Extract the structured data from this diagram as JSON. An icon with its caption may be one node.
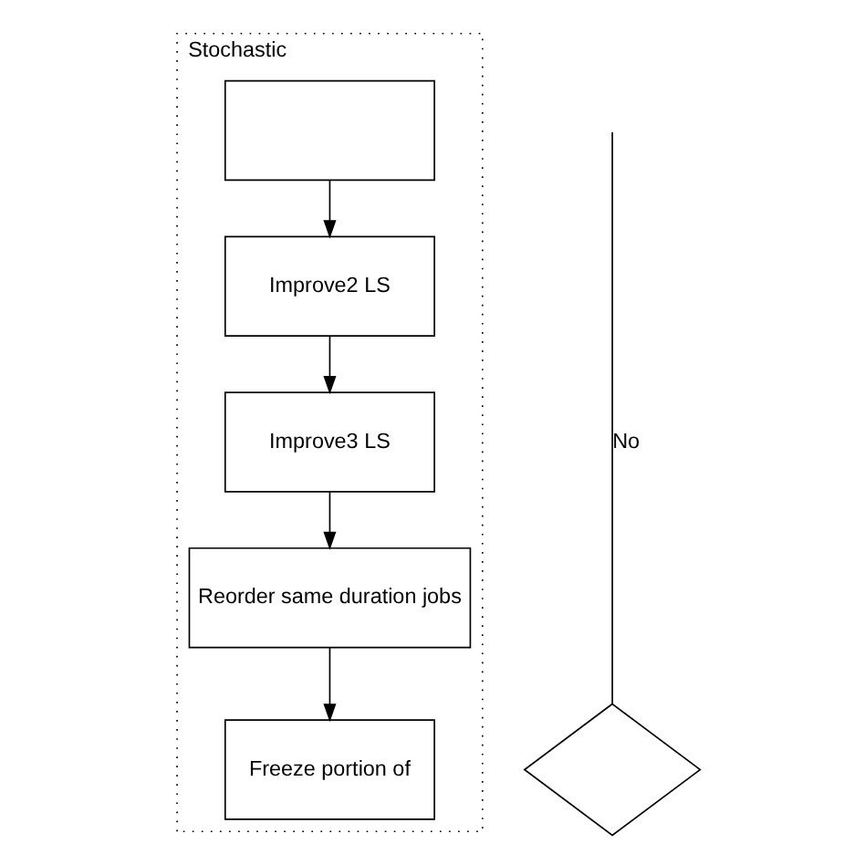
{
  "diagram": {
    "nodes": [
      {
        "text": [
          "Stochastic"
        ]
      },
      {
        "text": [],
        "shape": "box",
        "in": 0
      },
      {
        "text": [
          "Improve2 LS"
        ],
        "in": 0
      },
      {
        "text": [
          "Improve3 LS"
        ],
        "in": 0
      },
      {
        "text": [
          "Reorder same duration jobs"
        ],
        "in": 0
      },
      {
        "text": [
          "Freeze portion of"
        ],
        "in": 0
      },
      {
        "text": [],
        "shape": "diamond"
      }
    ],
    "edges": [
      {
        "from": 1,
        "to": 2,
        "arrow": "to"
      },
      {
        "from": 2,
        "to": 3,
        "arrow": "to"
      },
      {
        "from": 3,
        "to": 4,
        "arrow": "to"
      },
      {
        "from": 4,
        "to": 5,
        "arrow": "to"
      },
      {
        "from": 6,
        "to": null,
        "arrow": "none",
        "label": "No"
      }
    ]
  }
}
